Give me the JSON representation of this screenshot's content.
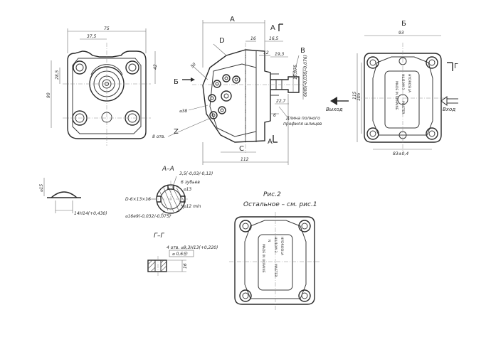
{
  "labels": {
    "A": "A",
    "B_cyr": "Б",
    "V_cyr": "В",
    "D": "D",
    "C": "C",
    "Z": "Z",
    "G_cyr": "Г",
    "section_aa": "А–А",
    "section_gg": "Г–Г",
    "fig2": "Рис.2",
    "fig2_note": "Остальное – см. рис.1",
    "outlet": "Выход",
    "inlet": "Вход",
    "spline_note_1": "Длина полного",
    "spline_note_2": "профиля шлицев",
    "holes_8": "8 отв."
  },
  "dims": {
    "d75": "75",
    "d37_5": "37,5",
    "d42": "42",
    "d28_5": "28,5",
    "d90": "90",
    "d16": "16",
    "d16_5": "16,5",
    "d12": "12",
    "d19_3": "19,3",
    "d15_875": "15,875",
    "d60": "60f8(-0,030/-0,076)",
    "d22_7": "22,7",
    "d6": "6",
    "d30": "30",
    "d38": "⌀38",
    "d112": "112",
    "d93": "93",
    "d115": "115",
    "d105": "105",
    "d83": "83±0,4",
    "d15": "⌀15",
    "d14": "14Н14(+0,430)",
    "d3_5": "3,5(-0,03/-0,12)",
    "d6_teeth": "6 зубьев",
    "d13": "⌀13",
    "d_spline": "D-6×13×16",
    "d12_min": "⌀12 min",
    "d16e9": "⌀16е9(-0,032/-0,075)",
    "d4_holes": "4 отв. ⌀9,3H13(+0,220)",
    "d0_6": "⌀ 0,6Ⓜ",
    "d16_small": "16"
  },
  "plate": {
    "brand": "HYDROSILA",
    "model": "НШ10М-3",
    "master": "MASTER",
    "made": "MADE IN UKRAINE",
    "n": "N"
  }
}
